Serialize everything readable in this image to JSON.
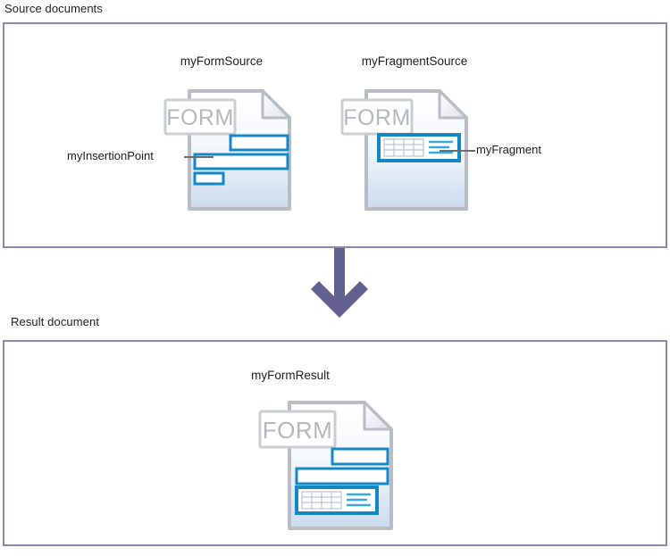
{
  "sections": {
    "source": {
      "caption": "Source documents"
    },
    "result": {
      "caption": "Result document"
    }
  },
  "documents": {
    "form_source": {
      "title": "myFormSource",
      "form_label": "FORM",
      "icon_name": "document-page-icon"
    },
    "fragment_source": {
      "title": "myFragmentSource",
      "form_label": "FORM",
      "icon_name": "document-page-icon"
    },
    "form_result": {
      "title": "myFormResult",
      "form_label": "FORM",
      "icon_name": "document-page-icon"
    }
  },
  "callouts": {
    "insertion_point": "myInsertionPoint",
    "fragment": "myFragment"
  },
  "arrow": {
    "name": "down-arrow-icon",
    "direction": "down"
  },
  "colors": {
    "panel_border": "#8e88ab",
    "arrow": "#63608f",
    "element_outline": "#1387c4",
    "element_outline_light": "#39a8dd",
    "page_outline": "#b9bcc4",
    "page_body_top": "#fdfdfe",
    "page_body_bottom": "#ccdcee",
    "form_text": "#b4b7bd",
    "leader_line": "#6b6b6b",
    "text": "#1d1d1d"
  }
}
